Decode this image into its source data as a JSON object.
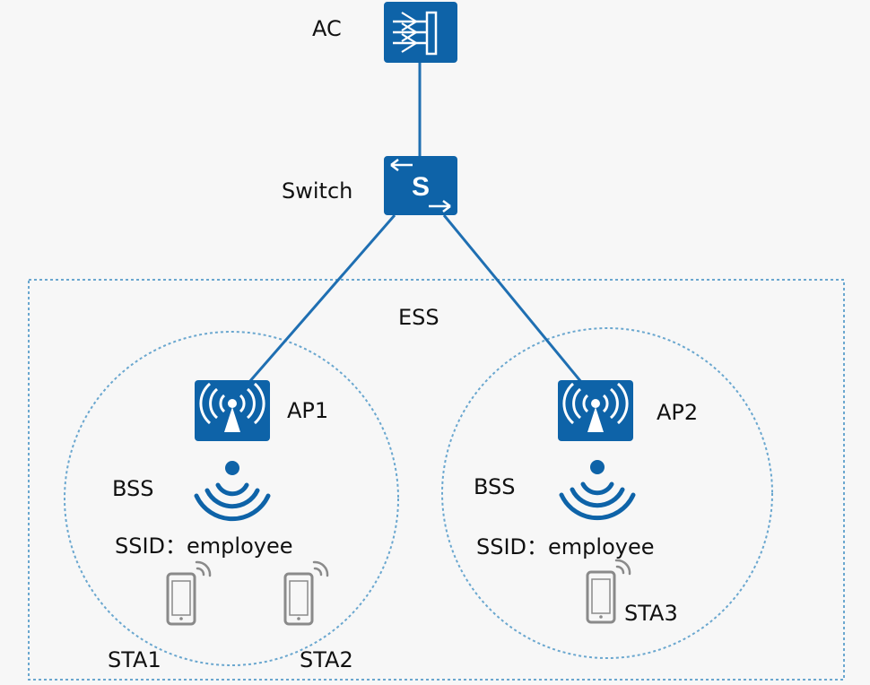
{
  "colors": {
    "device_blue": "#0e63a8",
    "link": "#1f6fb2",
    "boundary": "#6aa7cf",
    "phone": "#8a8a8a",
    "background": "#f7f7f7"
  },
  "nodes": {
    "ac": {
      "label": "AC",
      "icon": "ac-controller-icon"
    },
    "switch": {
      "label": "Switch",
      "icon": "switch-icon"
    },
    "ap1": {
      "label": "AP1",
      "icon": "access-point-icon"
    },
    "ap2": {
      "label": "AP2",
      "icon": "access-point-icon"
    }
  },
  "ess": {
    "label": "ESS"
  },
  "bss": [
    {
      "label": "BSS",
      "ssid": "SSID：employee",
      "icon": "wifi-signal-icon"
    },
    {
      "label": "BSS",
      "ssid": "SSID：employee",
      "icon": "wifi-signal-icon"
    }
  ],
  "stations": [
    {
      "label": "STA1",
      "icon": "smartphone-icon"
    },
    {
      "label": "STA2",
      "icon": "smartphone-icon"
    },
    {
      "label": "STA3",
      "icon": "smartphone-icon"
    }
  ],
  "links": [
    {
      "from": "AC",
      "to": "Switch"
    },
    {
      "from": "Switch",
      "to": "AP1"
    },
    {
      "from": "Switch",
      "to": "AP2"
    }
  ]
}
